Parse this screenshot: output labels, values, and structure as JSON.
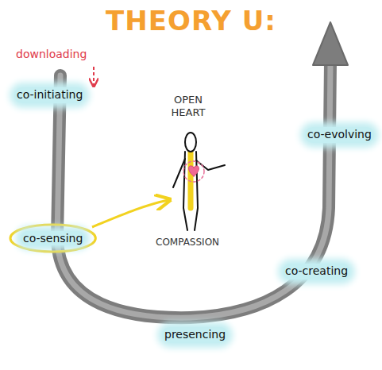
{
  "diagram": {
    "title": "THEORY U:",
    "nodes": [
      {
        "text": [
          "co-sensing"
        ]
      }
    ],
    "labels": [
      "downloading",
      "co-initiating",
      "OPEN HEART",
      "co-evolving",
      "COMPASSION",
      "co-creating",
      "presencing"
    ]
  }
}
